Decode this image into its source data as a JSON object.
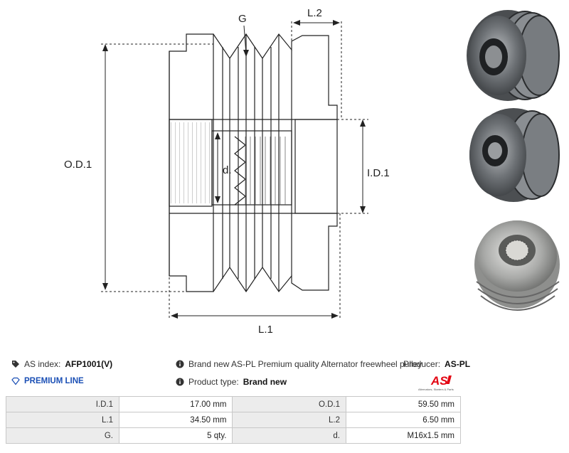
{
  "drawing": {
    "labels": {
      "groove": "G",
      "l2": "L.2",
      "od1": "O.D.1",
      "id1": "I.D.1",
      "d": "d.",
      "l1": "L.1"
    }
  },
  "info": {
    "as_index_label": "AS index:",
    "as_index_value": "AFP1001(V)",
    "premium_line": "PREMIUM LINE",
    "description": "Brand new AS-PL Premium quality Alternator freewheel pulley",
    "producer_label": "Producer:",
    "producer_value": "AS-PL",
    "product_type_label": "Product type:",
    "product_type_value": "Brand new"
  },
  "logo": {
    "brand": "AS",
    "tagline": "Alternators, Starters & Parts",
    "color": "#e30613"
  },
  "specs": [
    {
      "label_a": "I.D.1",
      "value_a": "17.00 mm",
      "label_b": "O.D.1",
      "value_b": "59.50 mm"
    },
    {
      "label_a": "L.1",
      "value_a": "34.50 mm",
      "label_b": "L.2",
      "value_b": "6.50 mm"
    },
    {
      "label_a": "G.",
      "value_a": "5 qty.",
      "label_b": "d.",
      "value_b": "M16x1.5 mm"
    }
  ],
  "colors": {
    "accent_premium": "#1a4fb5",
    "table_label_bg": "#ececec",
    "table_border": "#c8c8c8"
  },
  "icons": [
    "tag-icon",
    "diamond-icon",
    "info-icon"
  ]
}
